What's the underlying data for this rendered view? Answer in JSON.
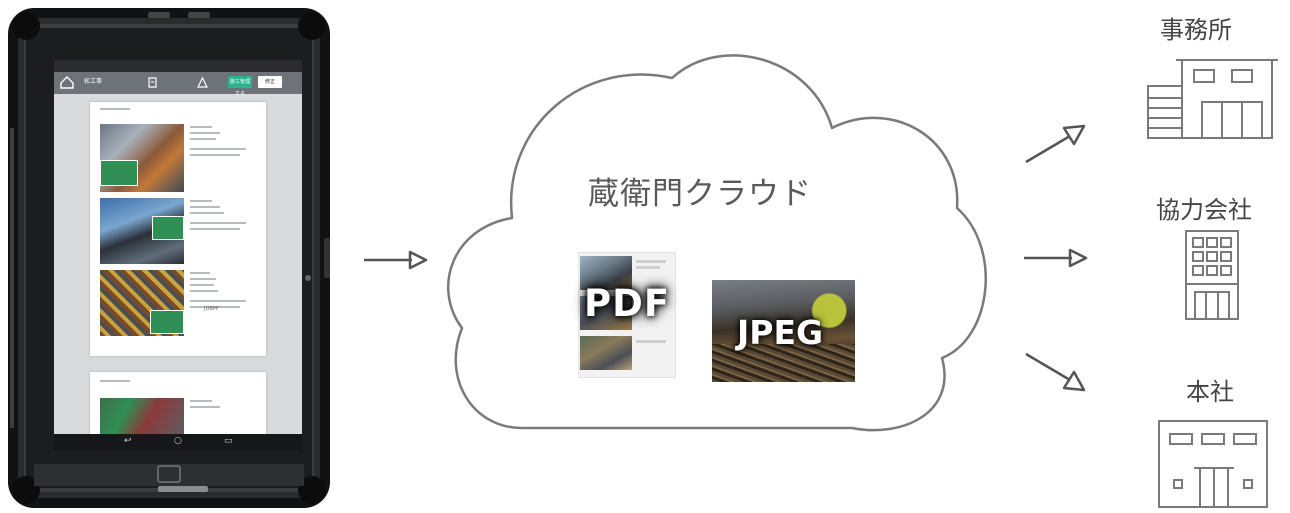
{
  "tablet": {
    "app_title": "松工事",
    "share_button": "施工管理する",
    "edit_button": "修正",
    "footer_label": "JOBPF",
    "nav_keys": [
      "↩",
      "○",
      "▭"
    ]
  },
  "cloud": {
    "title": "蔵衛門クラウド",
    "pdf_label": "PDF",
    "jpeg_label": "JPEG"
  },
  "destinations": [
    {
      "label": "事務所",
      "icon": "office-building-icon"
    },
    {
      "label": "協力会社",
      "icon": "tower-building-icon"
    },
    {
      "label": "本社",
      "icon": "headquarters-building-icon"
    }
  ],
  "colors": {
    "tablet_frame": "#1f1f20",
    "app_bar": "#6e7379",
    "accent_green": "#2ab58f",
    "outline": "#7a7a7a"
  }
}
